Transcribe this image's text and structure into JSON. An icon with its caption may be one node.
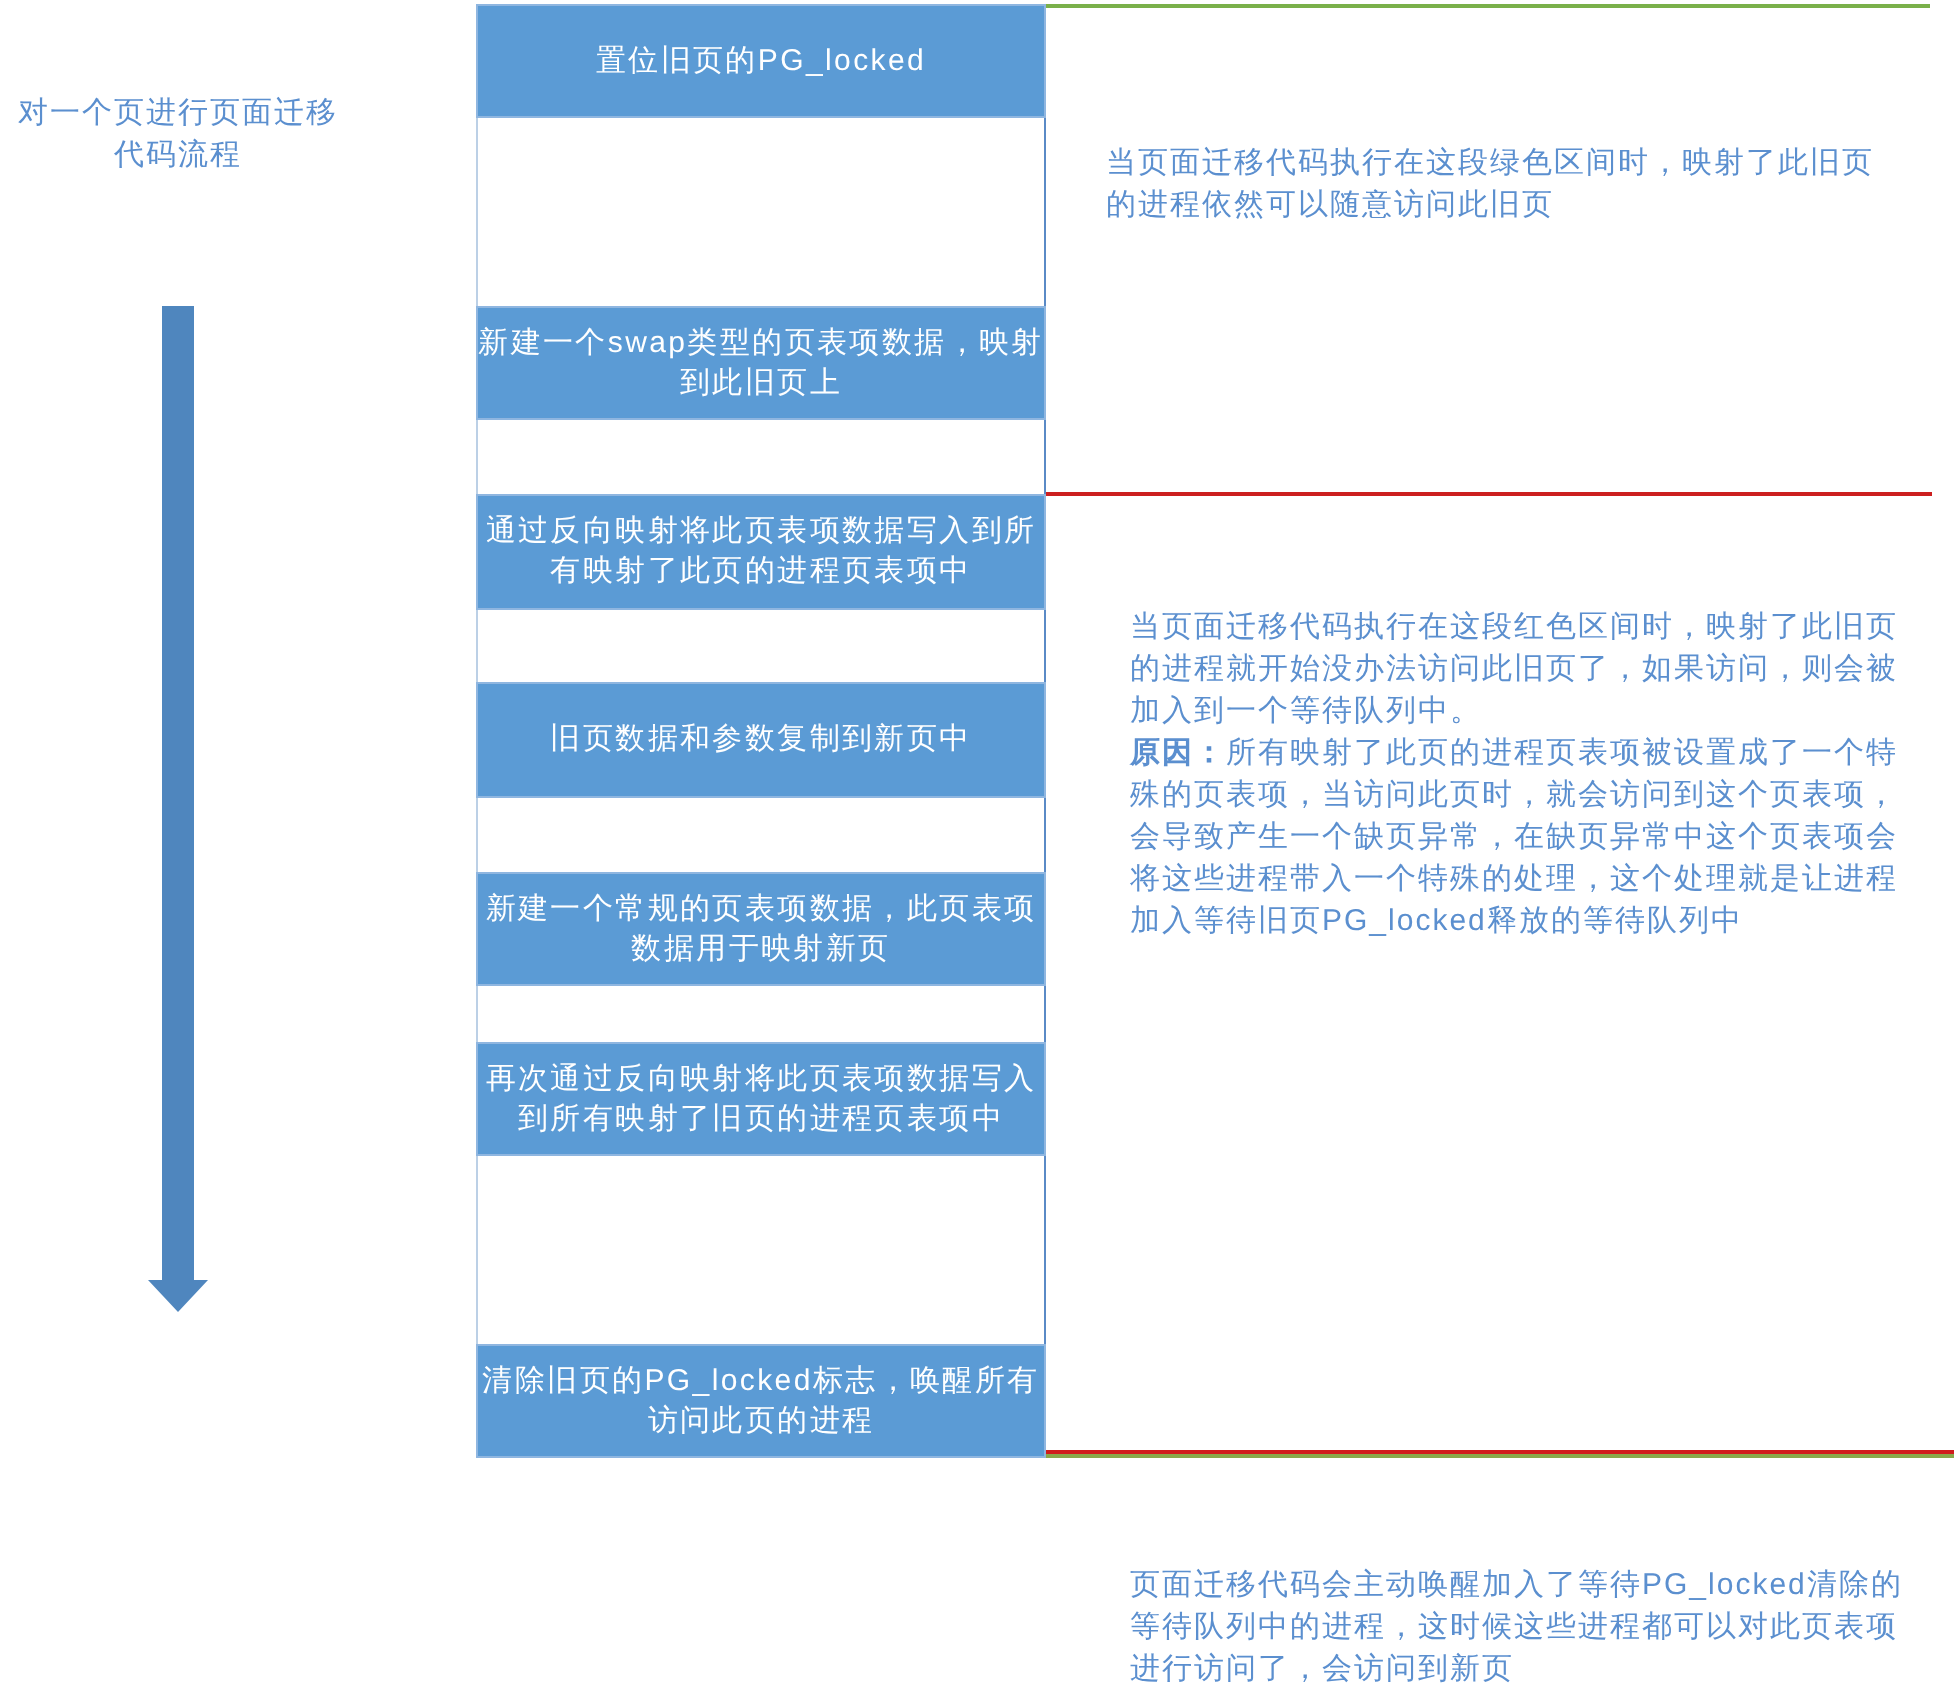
{
  "diagram": {
    "title": "对一个页进行页面迁移代码流程",
    "nodes": [
      {
        "text": [],
        "shape": "box"
      },
      {
        "text": [
          "置位旧页的PG_locked"
        ],
        "in": 0
      },
      {
        "text": [
          "新建一个swap类型的页表项数据，映射到此旧页上"
        ],
        "in": 0
      },
      {
        "text": [
          "通过反向映射将此页表项数据写入到所有映射了此页的进程页表项中"
        ],
        "in": 0
      },
      {
        "text": [
          "旧页数据和参数复制到新页中"
        ],
        "in": 0
      },
      {
        "text": [
          "新建一个常规的页表项数据，此页表项数据用于映射新页"
        ],
        "in": 0
      },
      {
        "text": [
          "再次通过反向映射将此页表项数据写入到所有映射了旧页的进程页表项中"
        ],
        "in": 0
      },
      {
        "text": [
          "清除旧页的PG_locked标志，唤醒所有访问此页的进程"
        ],
        "in": 0
      }
    ],
    "labels": [
      "当页面迁移代码执行在这段绿色区间时，映射了此旧页的进程依然可以随意访问此旧页",
      "当页面迁移代码执行在这段红色区间时，映射了此旧页的进程就开始没办法访问此旧页了，如果访问，则会被加入到一个等待队列中。",
      "**原因：**所有映射了此页的进程页表项被设置成了一个特殊的页表项，当访问此页时，就会访问到这个页表项，会导致产生一个缺页异常，在缺页异常中这个页表项会将这些进程带入一个特殊的处理，这个处理就是让进程加入等待旧页PG_locked释放的等待队列中",
      "页面迁移代码会主动唤醒加入了等待PG_locked清除的等待队列中的进程，这时候这些进程都可以对此页表项进行访问了，会访问到新页"
    ]
  }
}
